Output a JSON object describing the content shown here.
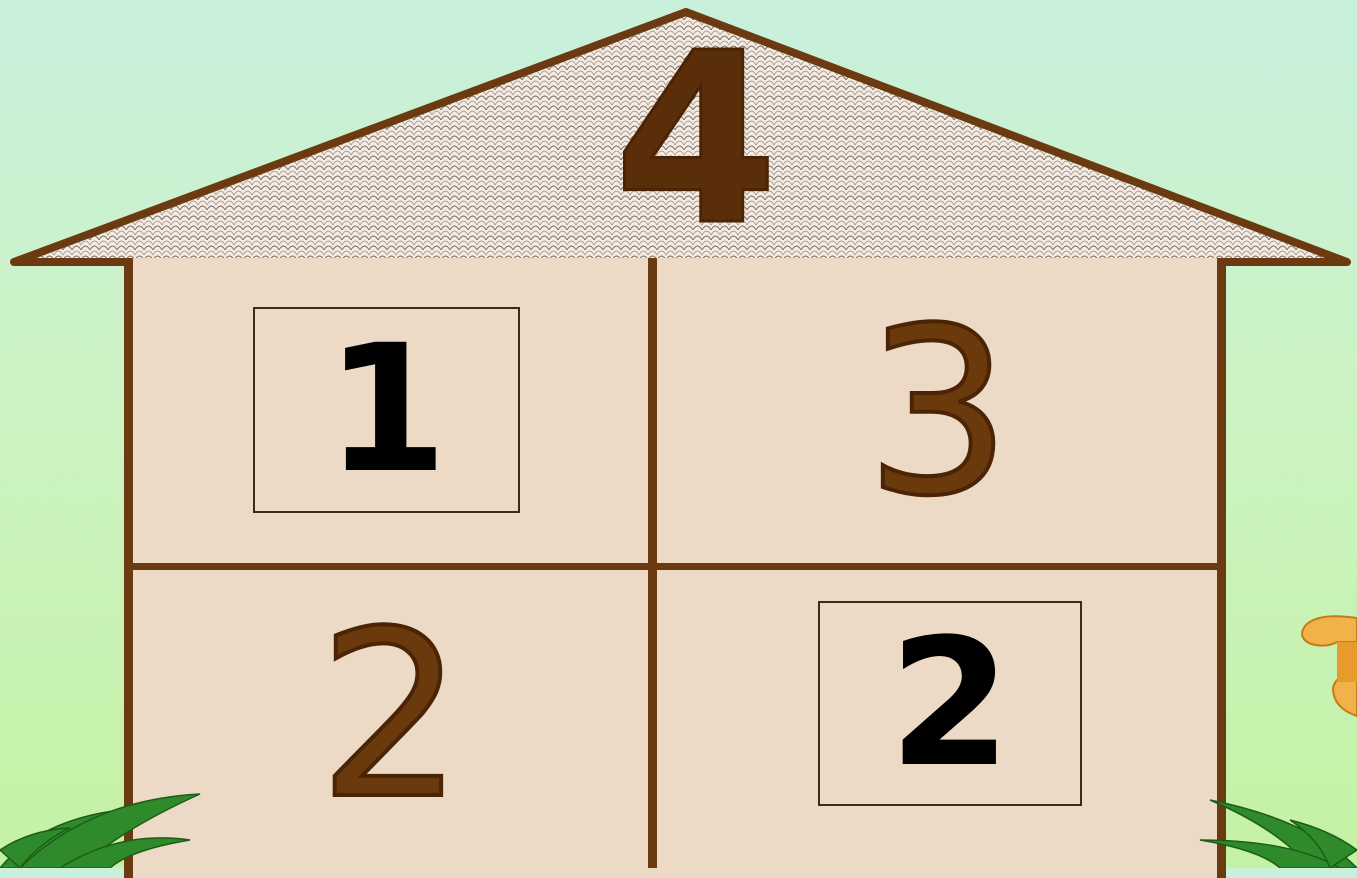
{
  "house": {
    "roof_number": "4",
    "cells": {
      "top_left": "1",
      "top_right": "3",
      "bottom_left": "2",
      "bottom_right": "2"
    }
  },
  "colors": {
    "wood": "#6b3a10",
    "wall": "#ecd9c6",
    "roof_number": "#5a2e08",
    "answer_text": "#000000",
    "sky_top": "#c8f0dc",
    "grass": "#c4f2a4"
  },
  "icons": {
    "bush_left": "grass-bush-icon",
    "bush_right": "grass-bush-icon",
    "flower": "flower-icon"
  }
}
